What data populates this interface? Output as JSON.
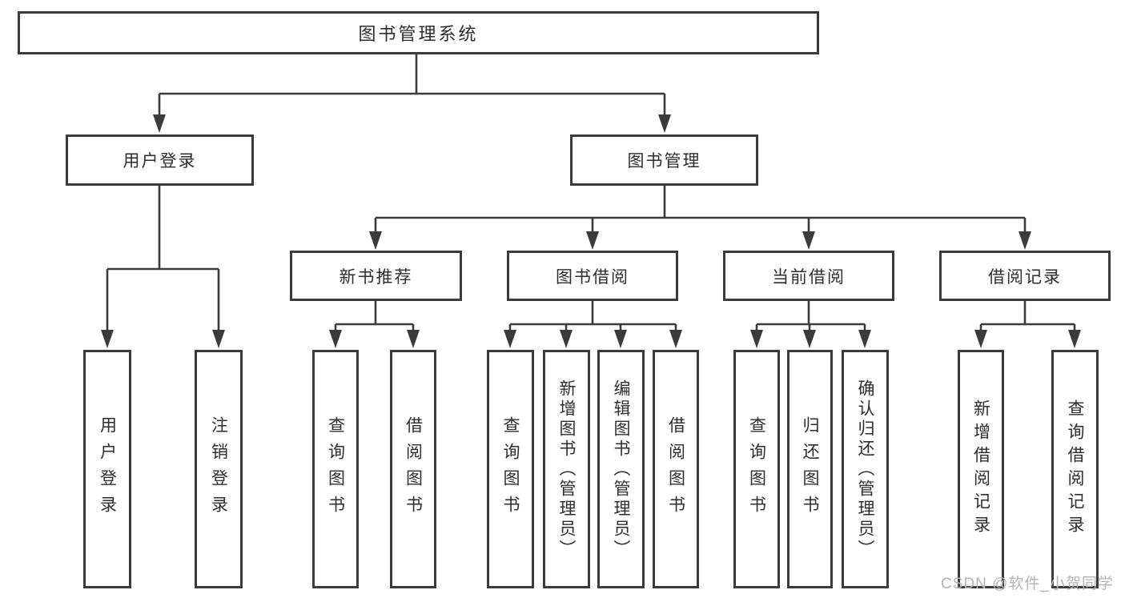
{
  "diagram": {
    "type": "hierarchy-tree",
    "root": {
      "label": "图书管理系统"
    },
    "level2": [
      {
        "label": "用户登录"
      },
      {
        "label": "图书管理"
      }
    ],
    "level3": [
      {
        "label": "新书推荐",
        "parent": "图书管理"
      },
      {
        "label": "图书借阅",
        "parent": "图书管理"
      },
      {
        "label": "当前借阅",
        "parent": "图书管理"
      },
      {
        "label": "借阅记录",
        "parent": "图书管理"
      }
    ],
    "leaves": [
      {
        "label": "用户登录",
        "parent": "用户登录"
      },
      {
        "label": "注销登录",
        "parent": "用户登录"
      },
      {
        "label": "查询图书",
        "parent": "新书推荐"
      },
      {
        "label": "借阅图书",
        "parent": "新书推荐"
      },
      {
        "label": "查询图书",
        "parent": "图书借阅"
      },
      {
        "label": "新增图书（管理员）",
        "parent": "图书借阅"
      },
      {
        "label": "编辑图书（管理员）",
        "parent": "图书借阅"
      },
      {
        "label": "借阅图书",
        "parent": "图书借阅"
      },
      {
        "label": "查询图书",
        "parent": "当前借阅"
      },
      {
        "label": "归还图书",
        "parent": "当前借阅"
      },
      {
        "label": "确认归还（管理员）",
        "parent": "当前借阅"
      },
      {
        "label": "新增借阅记录",
        "parent": "借阅记录"
      },
      {
        "label": "查询借阅记录",
        "parent": "借阅记录"
      }
    ],
    "watermark": "CSDN @软件_小贺同学",
    "colors": {
      "line": "#3b3b3b",
      "text": "#2d2d2d",
      "watermark": "#b3b3b3",
      "background": "#ffffff"
    }
  }
}
